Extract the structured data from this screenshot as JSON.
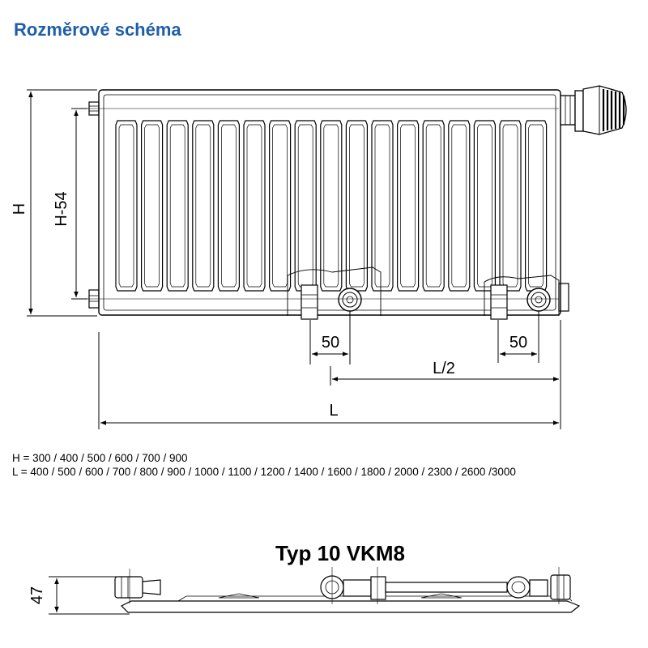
{
  "title": "Rozměrové schéma",
  "dimensions": {
    "height": "H",
    "height_minus": "H-54",
    "offset_left": "50",
    "offset_right": "50",
    "half_length": "L/2",
    "length": "L",
    "depth": "47"
  },
  "specs": {
    "heights": "H = 300 / 400 / 500 / 600 / 700 / 900",
    "lengths": "L = 400 / 500 / 600 / 700 / 800 / 900 / 1000 / 1100 / 1200 / 1400 / 1600 / 1800 / 2000 / 2300 / 2600 /3000"
  },
  "type_title": "Typ 10 VKM8"
}
